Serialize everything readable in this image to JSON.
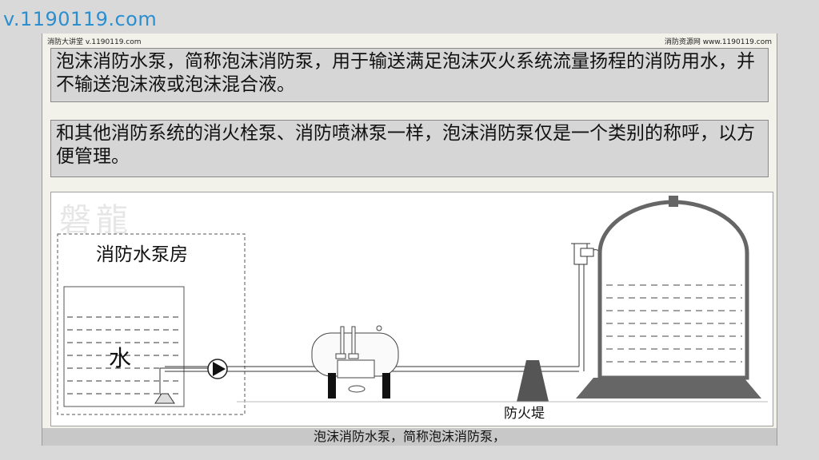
{
  "watermark": "v.1190119.com",
  "header": {
    "left_label": "消防大讲堂 v.1190119.com",
    "right_label": "消防资源网 www.1190119.com"
  },
  "textboxes": [
    "泡沫消防水泵，简称泡沫消防泵，用于输送满足泡沫灭火系统流量扬程的消防用水，并不输送泡沫液或泡沫混合液。",
    "和其他消防系统的消火栓泵、消防喷淋泵一样，泡沫消防泵仅是一个类别的称呼，以方便管理。"
  ],
  "diagram": {
    "logo": "磐龍",
    "pump_room_label": "消防水泵房",
    "water_label": "水",
    "dike_label": "防火堤"
  },
  "subtitle": "泡沫消防水泵，简称泡沫消防泵，"
}
